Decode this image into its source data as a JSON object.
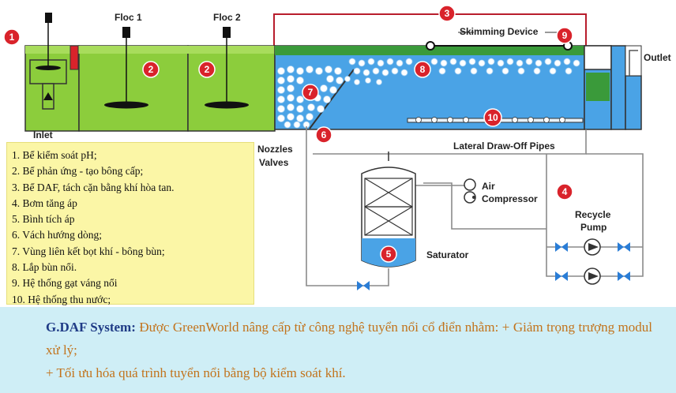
{
  "diagram": {
    "labels": {
      "floc1": "Floc 1",
      "floc2": "Floc 2",
      "skimming": "Skimming Device",
      "outlet": "Outlet",
      "inlet": "Inlet",
      "nozzles": "Nozzles",
      "valves": "Valves",
      "lateral": "Lateral Draw-Off Pipes",
      "air1": "Air",
      "air2": "Compressor",
      "recycle1": "Recycle",
      "recycle2": "Pump",
      "saturator": "Saturator"
    },
    "badges": [
      "1",
      "2",
      "2",
      "3",
      "4",
      "5",
      "6",
      "7",
      "8",
      "9",
      "10"
    ],
    "colors": {
      "tank": "#8ccd3c",
      "water": "#4aa3e6",
      "badge": "#d9232b",
      "pipe": "#b81d2c",
      "line": "#8a8a8a",
      "valve": "#2a7dd6"
    }
  },
  "legend": {
    "items": [
      "1. Bể kiểm soát pH;",
      "2. Bể phản ứng   - tạo bông cấp;",
      "3. Bể DAF, tách cặn bằng khí hòa tan.",
      "4. Bơm tăng áp",
      "5. Bình tích áp",
      "6. Vách hướng dòng;",
      "7. Vùng liên kết bọt khí - bông bùn;",
      "8. Lắp bùn nổi.",
      "9. Hệ thống gạt váng nổi",
      "10. Hệ thống thu nước;"
    ]
  },
  "footer": {
    "system": "G.DAF System:",
    "line1": " Được GreenWorld nâng cấp từ công nghệ tuyển nổi cổ điển nhằm: + Giảm trọng trượng modul xử lý;",
    "line2": "+ Tối ưu hóa quá trình tuyển nổi bằng bộ kiểm soát khí."
  }
}
